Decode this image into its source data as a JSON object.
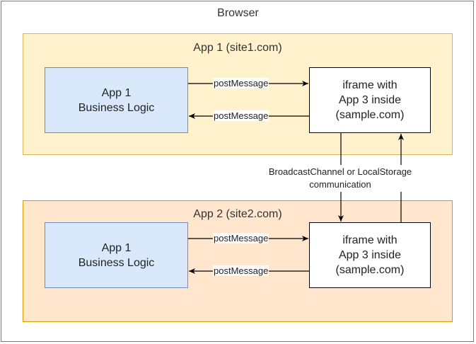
{
  "browser": {
    "title": "Browser"
  },
  "app1": {
    "title": "App 1 (site1.com)",
    "logic": {
      "line1": "App 1",
      "line2": "Business Logic"
    },
    "iframe": {
      "line1": "iframe with",
      "line2": "App 3 inside",
      "line3": "(sample.com)"
    },
    "edge_to_iframe": "postMessage",
    "edge_from_iframe": "postMessage"
  },
  "app2": {
    "title": "App 2 (site2.com)",
    "logic": {
      "line1": "App 1",
      "line2": "Business Logic"
    },
    "iframe": {
      "line1": "iframe with",
      "line2": "App 3 inside",
      "line3": "(sample.com)"
    },
    "edge_to_iframe": "postMessage",
    "edge_from_iframe": "postMessage"
  },
  "channel": {
    "line1": "BroadcastChannel or LocalStorage",
    "line2": "communication"
  },
  "colors": {
    "app1_fill": "#fff2cc",
    "app1_stroke": "#d6b656",
    "app2_fill": "#ffe6cc",
    "app2_stroke": "#d79b00",
    "logic_fill": "#dae8fc",
    "logic_stroke": "#6c8ebf",
    "iframe_fill": "#ffffff",
    "edge": "#000000"
  }
}
